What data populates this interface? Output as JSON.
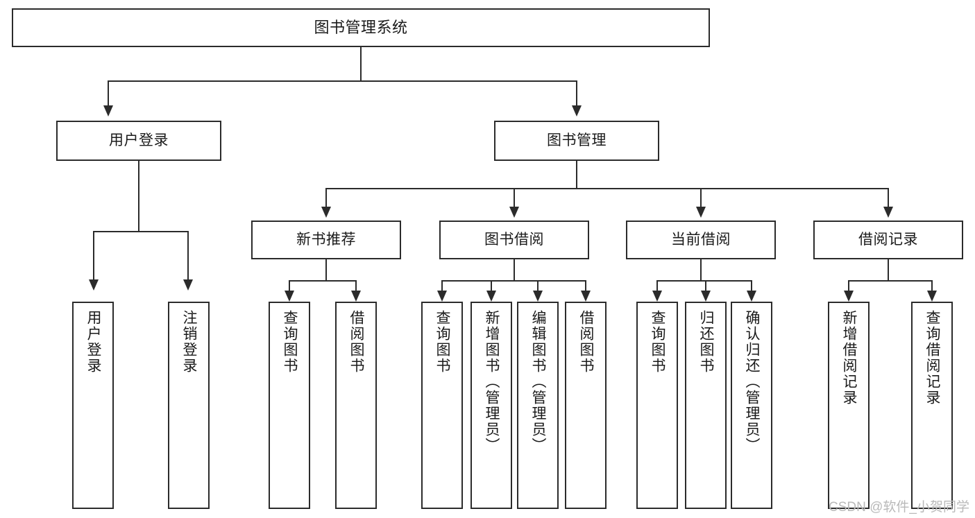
{
  "diagram": {
    "type": "tree-hierarchy",
    "title": "图书管理系统",
    "watermark": "CSDN @软件_小贺同学",
    "colors": {
      "box_border": "#2b2b2b",
      "box_fill": "#ffffff",
      "connector": "#2b2b2b",
      "text": "#1a1a1a",
      "watermark": "#b9b9b9",
      "background": "#ffffff"
    }
  },
  "nodes": {
    "root": {
      "label": "图书管理系统"
    },
    "level1": [
      {
        "id": "user-login",
        "label": "用户登录"
      },
      {
        "id": "book-management",
        "label": "图书管理"
      }
    ],
    "level2": [
      {
        "id": "new-book-recommend",
        "label": "新书推荐"
      },
      {
        "id": "book-borrow",
        "label": "图书借阅"
      },
      {
        "id": "current-borrow",
        "label": "当前借阅"
      },
      {
        "id": "borrow-record",
        "label": "借阅记录"
      }
    ],
    "leaves": {
      "user_login": [
        {
          "id": "leaf-user-login",
          "label": "用户登录"
        },
        {
          "id": "leaf-logout-login",
          "label": "注销登录"
        }
      ],
      "new_book_recommend": [
        {
          "id": "leaf-query-book-1",
          "label": "查询图书"
        },
        {
          "id": "leaf-borrow-book-1",
          "label": "借阅图书"
        }
      ],
      "book_borrow": [
        {
          "id": "leaf-query-book-2",
          "label": "查询图书"
        },
        {
          "id": "leaf-add-book",
          "label": "新增图书（管理员）"
        },
        {
          "id": "leaf-edit-book",
          "label": "编辑图书（管理员）"
        },
        {
          "id": "leaf-borrow-book-2",
          "label": "借阅图书"
        }
      ],
      "current_borrow": [
        {
          "id": "leaf-query-book-3",
          "label": "查询图书"
        },
        {
          "id": "leaf-return-book",
          "label": "归还图书"
        },
        {
          "id": "leaf-confirm-return",
          "label": "确认归还（管理员）"
        }
      ],
      "borrow_record": [
        {
          "id": "leaf-add-record",
          "label": "新增借阅记录"
        },
        {
          "id": "leaf-query-record",
          "label": "查询借阅记录"
        }
      ]
    }
  }
}
